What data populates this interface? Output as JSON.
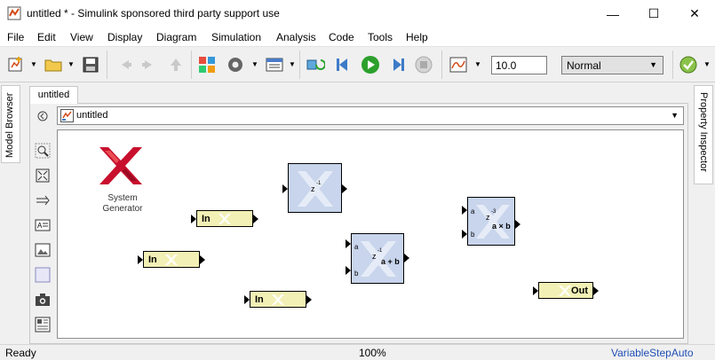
{
  "window": {
    "title": "untitled * - Simulink sponsored third party support use",
    "minimize": "—",
    "maximize": "☐",
    "close": "✕"
  },
  "menu": [
    "File",
    "Edit",
    "View",
    "Display",
    "Diagram",
    "Simulation",
    "Analysis",
    "Code",
    "Tools",
    "Help"
  ],
  "toolbar": {
    "stop_time": "10.0",
    "sim_mode": "Normal"
  },
  "docks": {
    "left": "Model Browser",
    "right": "Property Inspector"
  },
  "tab": "untitled",
  "explorer": {
    "model_name": "untitled"
  },
  "canvas": {
    "sysgen_label_line1": "System",
    "sysgen_label_line2": "Generator",
    "in_label": "In",
    "out_label": "Out",
    "delay_label": "z",
    "delay_exp": "-1",
    "adder_exp": "-1",
    "adder_op": "a + b",
    "mult_exp": "-3",
    "mult_op": "a × b",
    "pin_a": "a",
    "pin_b": "b"
  },
  "status": {
    "left": "Ready",
    "zoom": "100%",
    "solver": "VariableStepAuto"
  },
  "colors": {
    "xilinx_red": "#c8102e",
    "port_fill": "#f3f0b6",
    "block_fill": "#c8d5ec",
    "solver_link": "#1f4fb5"
  }
}
